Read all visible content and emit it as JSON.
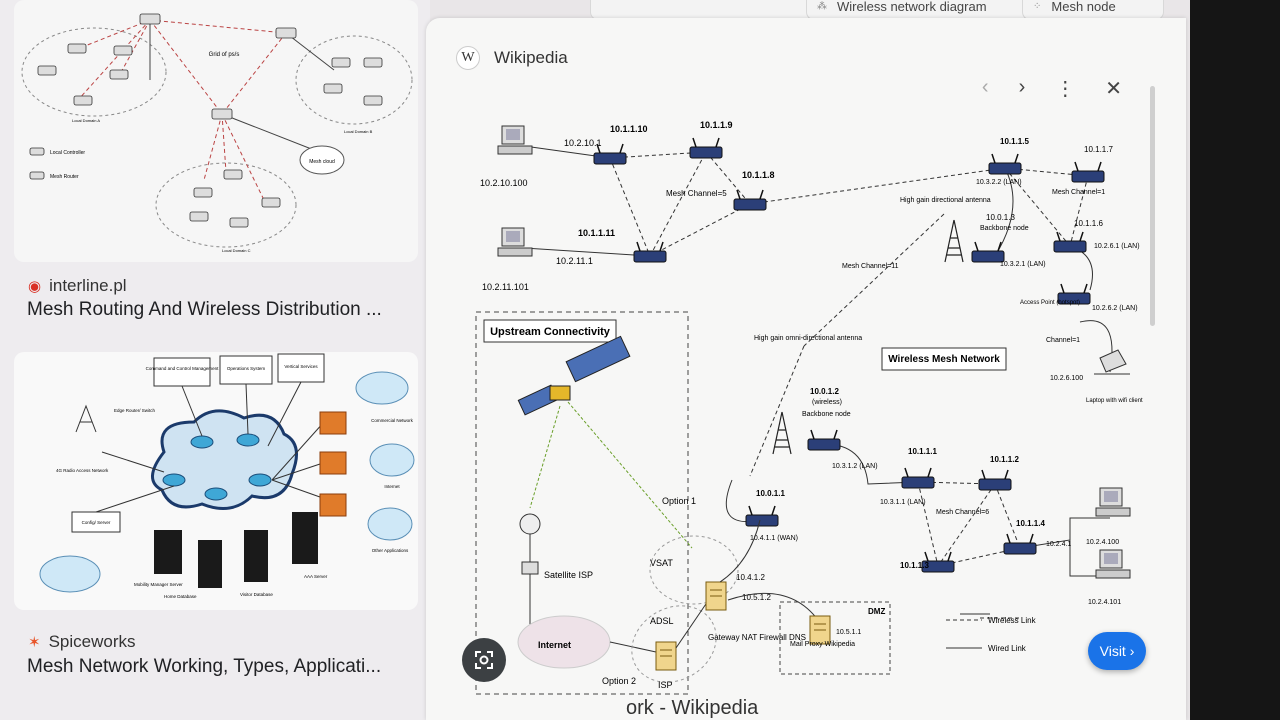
{
  "top_chips": [
    {
      "label": "Wireless network diagram",
      "icon": "diagram-thumb-icon"
    },
    {
      "label": "Mesh node",
      "icon": "dots-grid-icon"
    }
  ],
  "results": [
    {
      "source": "interline.pl",
      "title": "Mesh Routing And Wireless Distribution ...",
      "icon": "rss-icon"
    },
    {
      "source": "Spiceworks",
      "title": "Mesh Network Working, Types, Applicati...",
      "icon": "spiceworks-icon"
    }
  ],
  "thumb1_labels": {
    "center": "Grid of ps/s",
    "legend_a": "Local Controller",
    "legend_b": "Mesh Router",
    "da": "Local Domain A",
    "db": "Local Domain B",
    "dc": "Local Domain C",
    "other": "Mesh cloud"
  },
  "thumb2_labels": {
    "c2": "Command and Control Management",
    "ops": "Operations System",
    "vert": "Vertical Services",
    "edge": "Edge Router/ Switch",
    "radio": "4G Radio Access Network",
    "cn": "Commercial Network",
    "inet": "Internet",
    "apps": "Other Applications",
    "cfg": "Config/ Server",
    "mob": "Mobility Manager Server",
    "home": "Home Database",
    "visitor": "Visitor Database",
    "aaa": "AAA Server"
  },
  "panel": {
    "site": "Wikipedia",
    "prev": "‹",
    "next": "›",
    "more": "⋮",
    "close": "✕",
    "visit": "Visit ›",
    "caption": "ork - Wikipedia"
  },
  "diagram": {
    "upstream": "Upstream Connectivity",
    "wmn": "Wireless Mesh Network",
    "pc1": "10.2.10.100",
    "pc1_if": "10.2.10.1",
    "pc2": "10.2.11.101",
    "pc2_if": "10.2.11.1",
    "r10": "10.1.1.10",
    "r9": "10.1.1.9",
    "r8": "10.1.1.8",
    "r11": "10.1.1.11",
    "mesh5": "Mesh Channel=5",
    "mesh11": "Mesh Channel=11",
    "hg_dir": "High gain directional antenna",
    "hg_omni": "High gain omni-directional antenna",
    "r5": "10.1.1.5",
    "r5_if": "10.3.2.2 (LAN)",
    "r7": "10.1.1.7",
    "mesh_ch": "Mesh Channel=1",
    "r6": "10.1.1.6",
    "r6_if": "10.2.6.1 (LAN)",
    "bb3": "10.0.1.3",
    "bb3_label": "Backbone node",
    "bb3_if": "10.3.2.1 (LAN)",
    "ap": "Access Point (hotspot)",
    "ap_if": "10.2.6.2 (LAN)",
    "ch1": "Channel=1",
    "laptop": "10.2.6.100",
    "laptop_label": "Laptop with wifi client",
    "bb2": "10.0.1.2",
    "bb2_w": "(wireless)",
    "bb2_label": "Backbone node",
    "bb2_if": "10.3.1.2 (LAN)",
    "r1": "10.1.1.1",
    "r1_if": "10.3.1.1 (LAN)",
    "r2": "10.1.1.2",
    "mesh6": "Mesh Channel=6",
    "r4": "10.1.1.4",
    "r4_if": "10.2.4.1",
    "r3": "10.1.1.3",
    "s100": "10.2.4.100",
    "s101": "10.2.4.101",
    "gw_r": "10.0.1.1",
    "gw_if": "10.4.1.1 (WAN)",
    "opt1": "Option 1",
    "vsat": "VSAT",
    "sat_isp": "Satellite ISP",
    "internet": "Internet",
    "adsl": "ADSL",
    "opt2": "Option 2",
    "isp": "ISP",
    "gw_ip1": "10.4.1.2",
    "gw_ip2": "10.5.1.2",
    "gw_label": "Gateway NAT Firewall DNS",
    "dmz": "DMZ",
    "mail": "Mail Proxy Wikipedia",
    "mail_ip": "10.5.1.1",
    "wl": "Wireless Link",
    "wd": "Wired Link"
  },
  "colors": {
    "accent": "#1a73e8",
    "router": "#2b3f78",
    "dash": "#333333"
  }
}
